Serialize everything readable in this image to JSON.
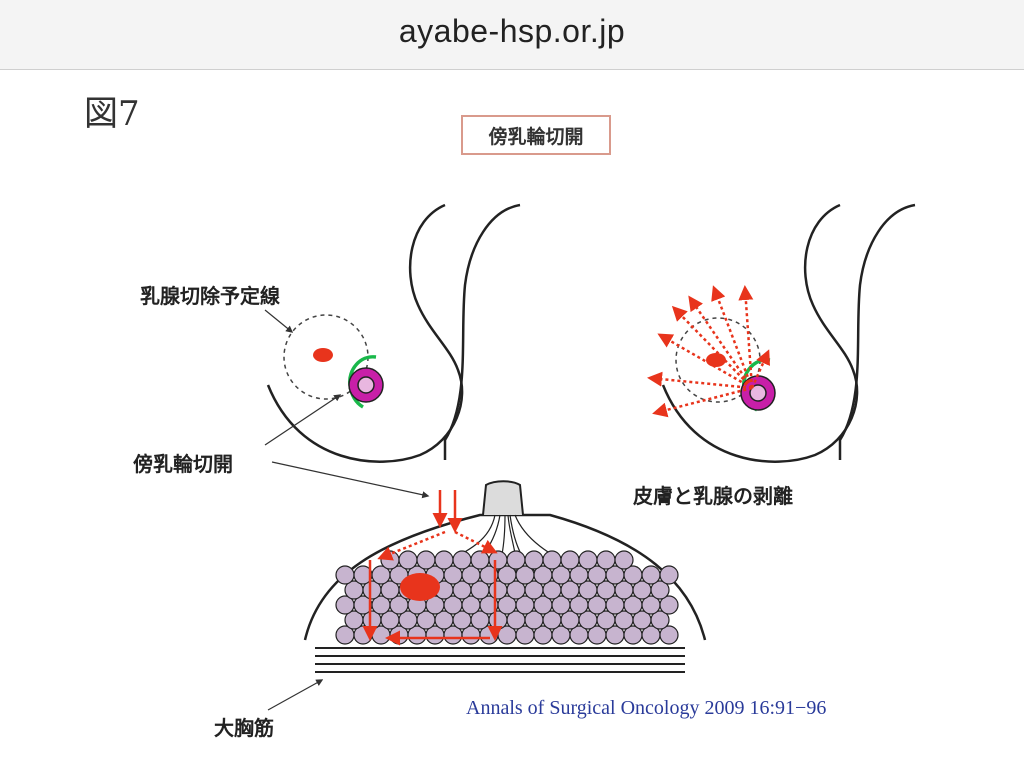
{
  "browser": {
    "url": "ayabe-hsp.or.jp"
  },
  "figure": {
    "number": "図7",
    "title": "傍乳輪切開",
    "labels": {
      "excision_line": "乳腺切除予定線",
      "periareolar_incision": "傍乳輪切開",
      "skin_gland_separation": "皮膚と乳腺の剥離",
      "pectoralis_major": "大胸筋"
    },
    "citation": "Annals of Surgical Oncology 2009 16:91−96"
  },
  "colors": {
    "arrow_red": "#e8341c",
    "incision_green": "#19b84a",
    "areola_magenta": "#c81fa8",
    "areola_center": "#e9b7e0",
    "gland_purple": "#c7b4cf",
    "citation_blue": "#2a3b9a"
  }
}
